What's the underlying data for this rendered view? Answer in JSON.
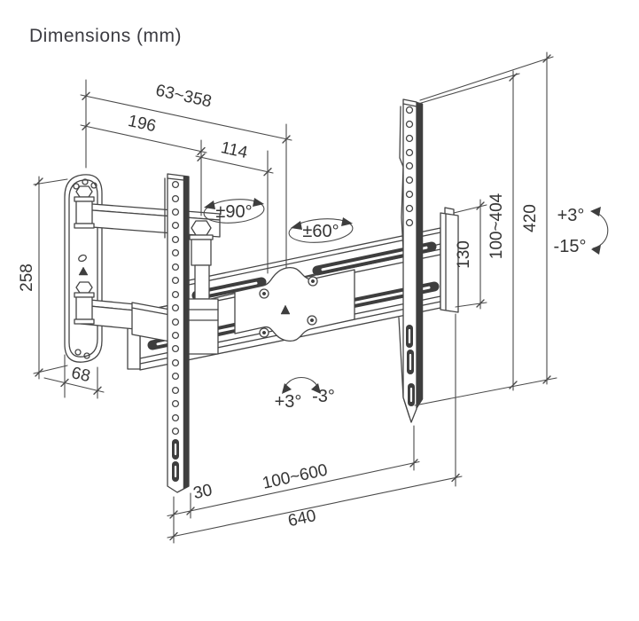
{
  "title": "Dimensions (mm)",
  "dims": {
    "extension_depth": "63~358",
    "arm_segment_1": "196",
    "arm_segment_2": "114",
    "wall_plate_height": "258",
    "wall_plate_width": "68",
    "bracket_hook_height": "130",
    "vesa_vertical_range": "100~404",
    "rail_height": "420",
    "rail_offset": "30",
    "vesa_horizontal_range": "100~600",
    "rail_width": "640"
  },
  "angles": {
    "swivel_joint": "±90°",
    "swivel_mount": "±60°",
    "tilt_up": "+3°",
    "tilt_down": "-15°",
    "level_up": "+3°",
    "level_down": "-3°"
  },
  "colors": {
    "line": "#454545",
    "dim_line": "#4a4a4a",
    "text": "#353535",
    "background": "#ffffff"
  }
}
